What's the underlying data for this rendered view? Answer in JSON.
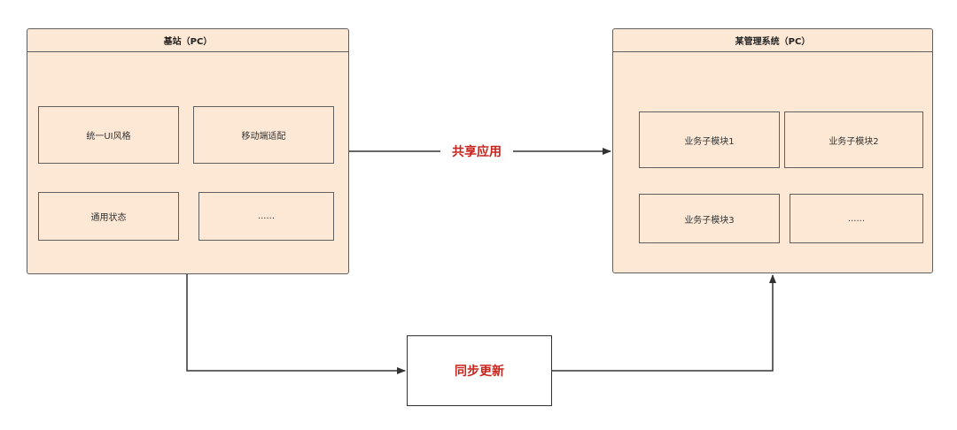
{
  "left_panel": {
    "title": "基站（PC）",
    "modules": [
      "统一UI风格",
      "移动端适配",
      "通用状态",
      "......"
    ]
  },
  "right_panel": {
    "title": "某管理系统（PC）",
    "modules": [
      "业务子模块1",
      "业务子模块2",
      "业务子模块3",
      "......"
    ]
  },
  "share_label": "共享应用",
  "sync_label": "同步更新",
  "colors": {
    "panel_fill": "#fce8d5",
    "border": "#5f5f5f",
    "label_text": "#c8241d",
    "arrow": "#333333"
  }
}
